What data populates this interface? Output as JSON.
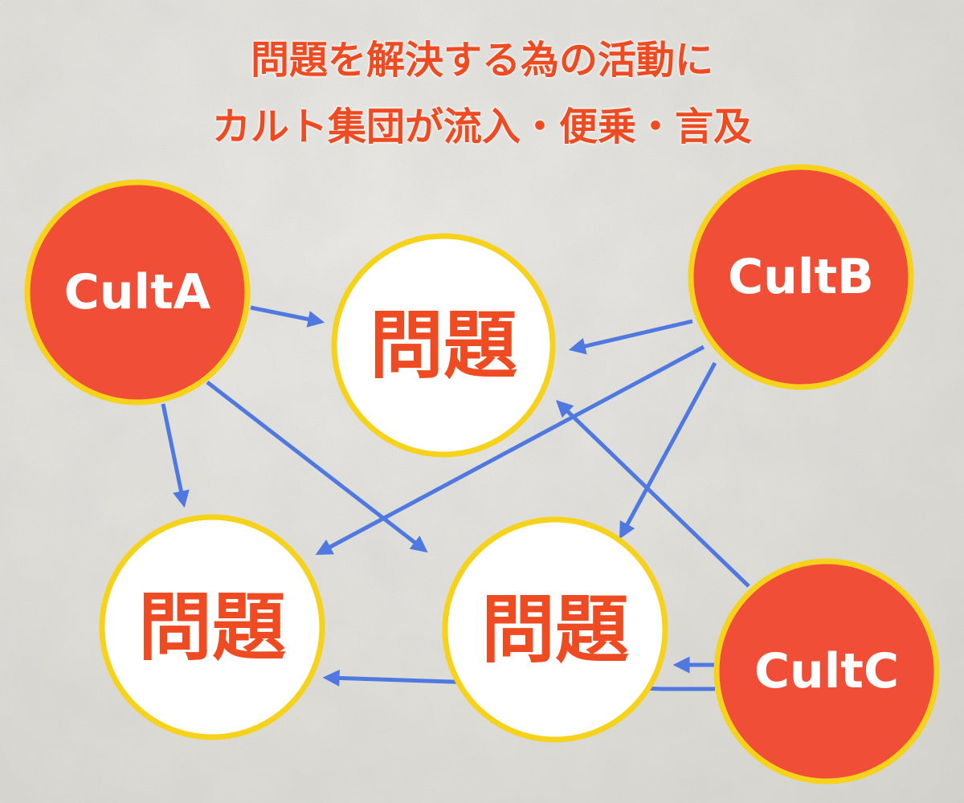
{
  "header": {
    "title_line1": "問題を解決する為の活動に",
    "title_line2": "カルト集団が流入・便乗・言及"
  },
  "colors": {
    "cult_fill": "#f04e36",
    "ring": "#f7d21a",
    "problem_fill": "#ffffff",
    "problem_text": "#ee4b22",
    "arrow": "#4f78e0",
    "title": "#ee4b22"
  },
  "nodes": {
    "cult_a": {
      "label": "CultA",
      "kind": "cult"
    },
    "cult_b": {
      "label": "CultB",
      "kind": "cult"
    },
    "cult_c": {
      "label": "CultC",
      "kind": "cult"
    },
    "problem_top": {
      "label": "問題",
      "kind": "problem"
    },
    "problem_left": {
      "label": "問題",
      "kind": "problem"
    },
    "problem_right": {
      "label": "問題",
      "kind": "problem"
    }
  },
  "edges": [
    {
      "from": "cult_a",
      "to": "problem_top"
    },
    {
      "from": "cult_a",
      "to": "problem_left"
    },
    {
      "from": "cult_a",
      "to": "problem_right"
    },
    {
      "from": "cult_b",
      "to": "problem_top"
    },
    {
      "from": "cult_b",
      "to": "problem_left"
    },
    {
      "from": "cult_b",
      "to": "problem_right"
    },
    {
      "from": "cult_c",
      "to": "problem_top"
    },
    {
      "from": "cult_c",
      "to": "problem_right"
    },
    {
      "from": "cult_c",
      "to": "problem_left"
    }
  ]
}
